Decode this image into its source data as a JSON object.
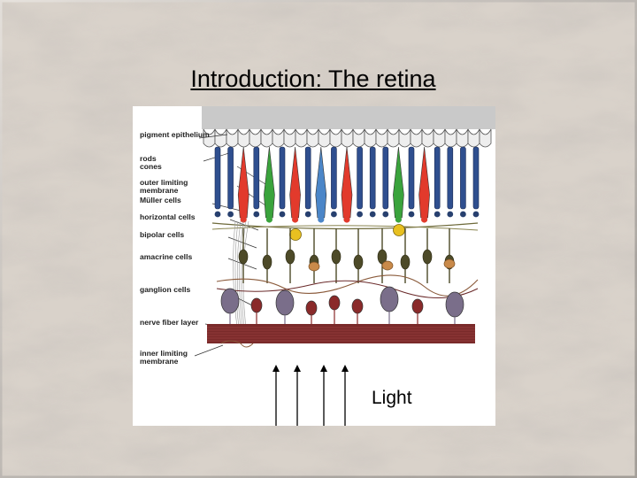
{
  "slide": {
    "title": "Introduction: The retina"
  },
  "figure": {
    "labels": [
      "pigment epithelium",
      "rods",
      "cones",
      "outer limiting membrane",
      "Müller cells",
      "horizontal cells",
      "bipolar cells",
      "amacrine cells",
      "ganglion cells",
      "nerve fiber layer",
      "inner limiting membrane"
    ],
    "light_label": "Light",
    "colors": {
      "rod": "#2f4f8f",
      "cone_red": "#e23a2c",
      "cone_green": "#3aa33c",
      "cone_blue": "#4b86c8",
      "horizontal": "#e8c020",
      "bipolar": "#4d4a28",
      "amacrine": "#c98a4a",
      "ganglion": "#6e6a82",
      "nerve_fiber": "#7a2a2a"
    }
  }
}
